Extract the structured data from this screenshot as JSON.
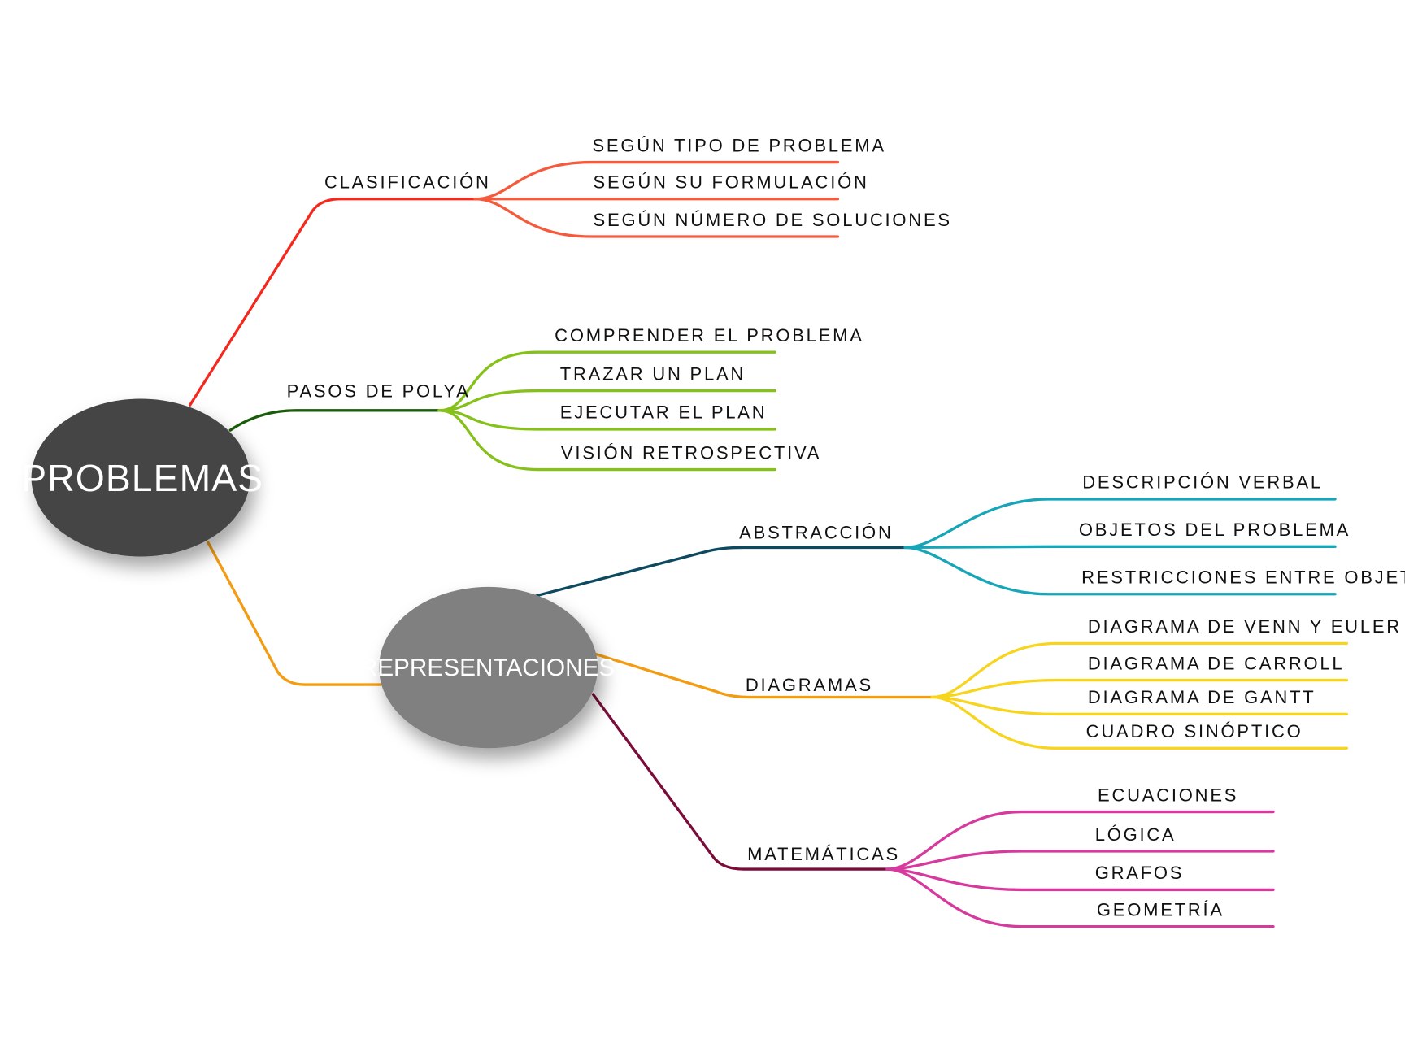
{
  "root": {
    "label": "PROBLEMAS",
    "color": "#444444"
  },
  "branches": [
    {
      "label": "CLASIFICACIÓN",
      "color": "#f5281e",
      "child_color": "#f55a3c",
      "children": [
        "SEGÚN TIPO DE PROBLEMA",
        "SEGÚN SU FORMULACIÓN",
        "SEGÚN NÚMERO DE SOLUCIONES"
      ]
    },
    {
      "label": "PASOS DE POLYA",
      "color": "#1a5c0a",
      "child_color": "#86c01a",
      "children": [
        "COMPRENDER EL PROBLEMA",
        "TRAZAR UN PLAN",
        "EJECUTAR EL PLAN",
        "VISIÓN RETROSPECTIVA"
      ]
    }
  ],
  "representaciones": {
    "label": "REPRESENTACIONES",
    "color": "#808080",
    "link_color": "#f39c12",
    "branches": [
      {
        "label": "ABSTRACCIÓN",
        "color": "#0d4a60",
        "child_color": "#17a5b8",
        "children": [
          "DESCRIPCIÓN VERBAL",
          "OBJETOS DEL PROBLEMA",
          "RESTRICCIONES ENTRE OBJETOS"
        ]
      },
      {
        "label": "DIAGRAMAS",
        "color": "#f39c12",
        "child_color": "#f7d51c",
        "children": [
          "DIAGRAMA DE VENN Y EULER",
          "DIAGRAMA DE CARROLL",
          "DIAGRAMA DE GANTT",
          "CUADRO SINÓPTICO"
        ]
      },
      {
        "label": "MATEMÁTICAS",
        "color": "#7b0c3a",
        "child_color": "#d63a9c",
        "children": [
          "ECUACIONES",
          "LÓGICA",
          "GRAFOS",
          "GEOMETRÍA"
        ]
      }
    ]
  }
}
